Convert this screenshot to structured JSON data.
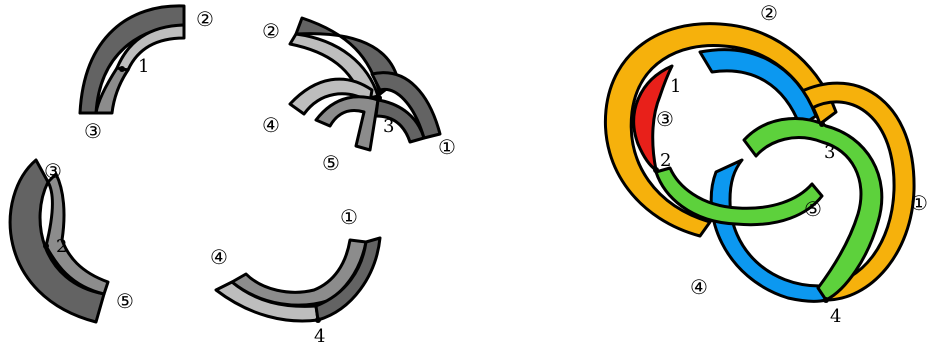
{
  "left_figure": {
    "piece_a": {
      "vertex": "1",
      "regions": [
        "②",
        "③"
      ]
    },
    "piece_b": {
      "vertex": "3",
      "regions": [
        "②",
        "④",
        "⑤",
        "①"
      ]
    },
    "piece_c": {
      "vertex": "2",
      "regions": [
        "③",
        "⑤"
      ]
    },
    "piece_d": {
      "vertex": "4",
      "regions": [
        "①",
        "④"
      ]
    }
  },
  "right_figure": {
    "vertices": [
      {
        "label": "1",
        "color": "#2222cc"
      },
      {
        "label": "2",
        "color": "#ee1111"
      },
      {
        "label": "3",
        "color": "#22bb22"
      },
      {
        "label": "4",
        "color": "#ee8800"
      }
    ],
    "regions": [
      "②",
      "③",
      "⑤",
      "①",
      "④"
    ],
    "band_colors": {
      "orange": "#f6b10c",
      "blue": "#0c98f0",
      "green": "#5dd13c",
      "red": "#e8201a"
    }
  }
}
